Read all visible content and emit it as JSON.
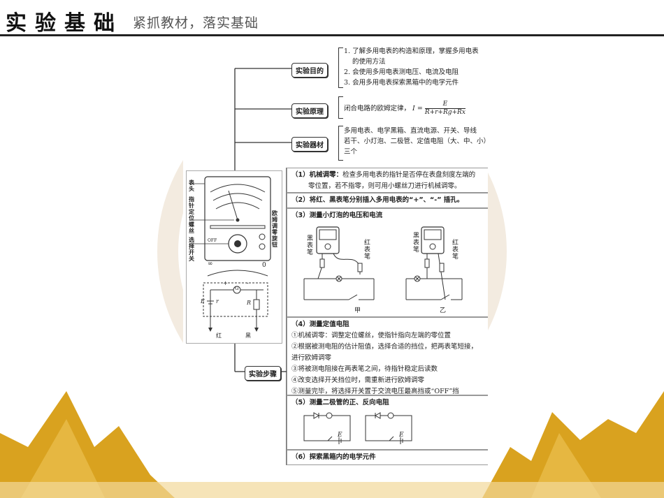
{
  "header": {
    "title": "实验基础",
    "subtitle": "紧抓教材，落实基础"
  },
  "mindmap": {
    "purpose": {
      "label": "实验目的",
      "lines": [
        "1. 了解多用电表的构造和原理，掌握多用电表",
        "的使用方法",
        "2. 会使用多用电表测电压、电流及电阻",
        "3. 会用多用电表探索黑箱中的电学元件"
      ]
    },
    "principle": {
      "label": "实验原理",
      "text": "闭合电路的欧姆定律，",
      "formula_lhs": "I =",
      "formula_num": "E",
      "formula_den": "R+r+Rg+Rx"
    },
    "equipment": {
      "label": "实验器材",
      "lines": [
        "多用电表、电学黑箱、直流电源、开关、导线",
        "若干、小灯泡、二极管、定值电阻（大、中、小）",
        "三个"
      ]
    },
    "steps": {
      "label": "实验步骤",
      "s1_head": "（1）机械调零：",
      "s1_text": "检查多用电表的指针是否停在表盘刻度左端的",
      "s1_text2": "零位置，若不指零，则可用小螺丝刀进行机械调零。",
      "s2": "（2）将红、黑表笔分别插入多用电表的“+”、“-” 插孔。",
      "s3": "（3）测量小灯泡的电压和电流",
      "s3_fig_a": "甲",
      "s3_fig_b": "乙",
      "s3_black": "黑表笔",
      "s3_red": "红表笔",
      "s4_head": "（4）测量定值电阻",
      "s4_lines": [
        "①机械调零：调整定位螺丝，使指针指向左端的零位置",
        "②根据被测电阻的估计阻值，选择合适的挡位，把两表笔短接，",
        "进行欧姆调零",
        "③将被测电阻接在两表笔之间，待指针稳定后读数",
        "④改变选择开关挡位时，需重新进行欧姆调零",
        "⑤测量完毕，将选择开关置于交流电压最高挡或“OFF”挡"
      ],
      "s5": "（5）测量二极管的正、反向电阻",
      "s5_E": "E",
      "s6": "（6）探索黑箱内的电学元件"
    },
    "meter_figure": {
      "left_labels": [
        "表头",
        "指针定位螺丝",
        "选择开关"
      ],
      "right_label": "欧姆调零旋钮",
      "infinity": "∞",
      "zero": "0",
      "plus": "+",
      "minus": "-",
      "G": "G",
      "E": "E",
      "r": "r",
      "R": "R",
      "red": "红",
      "black": "黑",
      "off": "OFF"
    }
  }
}
